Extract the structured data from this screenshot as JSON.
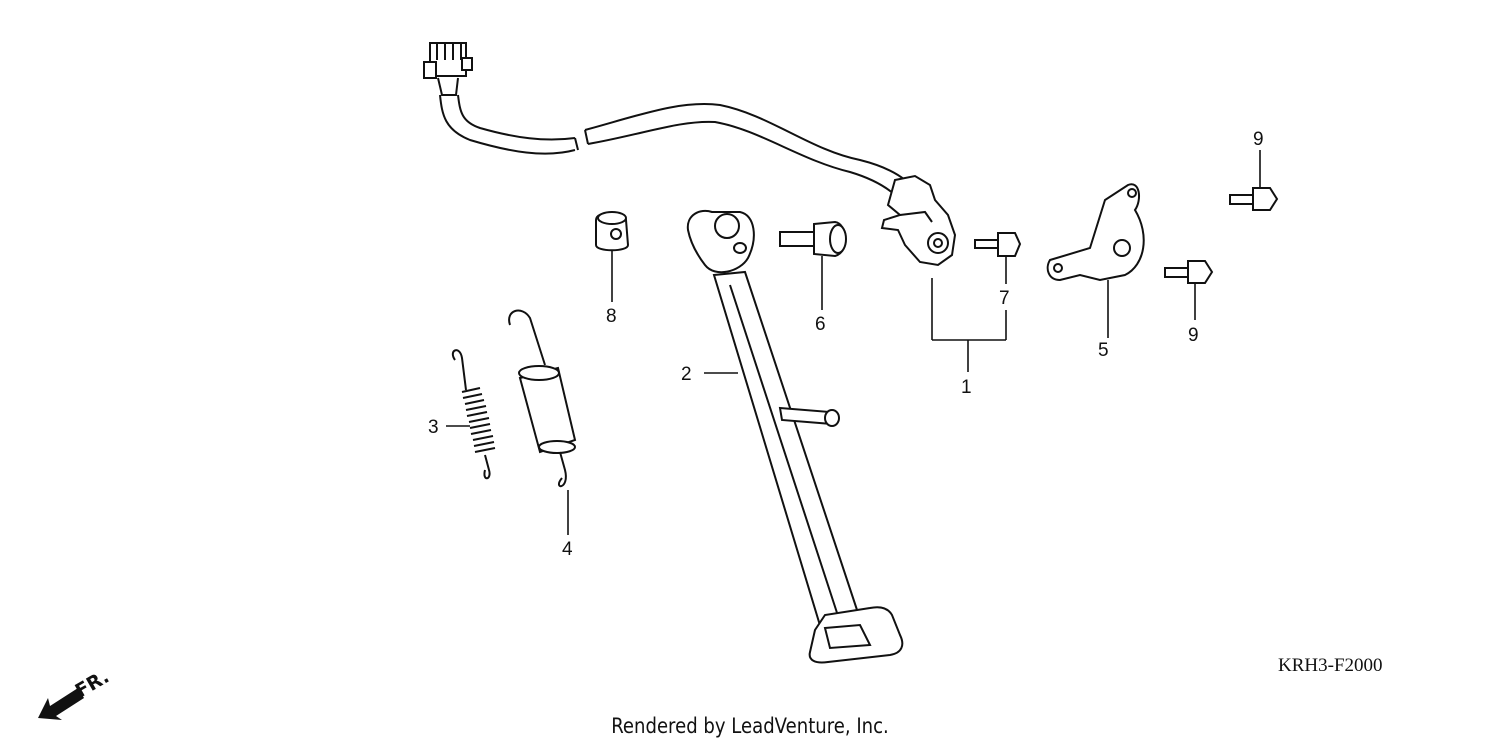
{
  "diagram": {
    "callouts": [
      "1",
      "2",
      "3",
      "4",
      "5",
      "6",
      "7",
      "8",
      "9",
      "9"
    ],
    "direction_label": "FR.",
    "reference_code": "KRH3-F2000",
    "credit": "Rendered by LeadVenture, Inc.",
    "colors": {
      "line": "#111111",
      "background": "#ffffff"
    }
  }
}
